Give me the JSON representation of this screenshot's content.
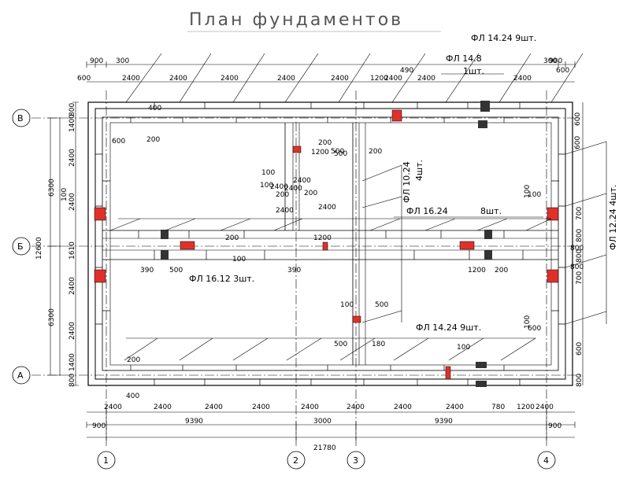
{
  "title": "План фундаментов",
  "axes": {
    "horizontal": [
      "В",
      "Б",
      "А"
    ],
    "vertical": [
      "1",
      "2",
      "3",
      "4"
    ]
  },
  "callouts": {
    "fl_14_24_top": "ФЛ 14.24  9шт.",
    "fl_14_8": "ФЛ 14.8",
    "fl_14_8_qty": "1шт.",
    "fl_10_24": "ФЛ 10.24",
    "fl_10_24_qty": "4шт.",
    "fl_16_24": "ФЛ 16.24",
    "fl_16_24_qty": "8шт.",
    "fl_16_12": "ФЛ  16.12  3шт.",
    "fl_14_24_bottom": "ФЛ  14.24  9шт.",
    "fl_12_24": "ФЛ 12.24  4шт."
  },
  "dims": {
    "top_row1": [
      "900",
      "300",
      "300",
      "900"
    ],
    "top_row2": [
      "600",
      "2400",
      "2400",
      "2400",
      "2400",
      "2400",
      "2400",
      "1200",
      "490",
      "2400",
      "2400",
      "600"
    ],
    "bottom_row1": [
      "2400",
      "2400",
      "2400",
      "2400",
      "2400",
      "2400",
      "2400",
      "2400",
      "780",
      "1200",
      "2400"
    ],
    "bottom_row2": [
      "900",
      "9390",
      "3000",
      "9390",
      "900"
    ],
    "bottom_total": "21780",
    "left_outer": [
      "12600"
    ],
    "left_mid": [
      "6300",
      "6300"
    ],
    "left_inner": [
      "800",
      "1400",
      "2400",
      "2400",
      "100",
      "1610",
      "2400",
      "2400",
      "1400",
      "800"
    ],
    "right_side": [
      "600",
      "600",
      "100",
      "700",
      "800",
      "800",
      "700",
      "100",
      "600",
      "800"
    ],
    "interior": [
      "400",
      "200",
      "600",
      "100",
      "2400",
      "200",
      "2400",
      "1200",
      "200",
      "500",
      "500",
      "200",
      "2400",
      "100",
      "200",
      "2400",
      "200",
      "1200",
      "390",
      "500",
      "390",
      "1200",
      "200",
      "100",
      "100",
      "500",
      "500",
      "180",
      "100",
      "600",
      "100",
      "400",
      "200",
      "2400",
      "800",
      "800"
    ]
  }
}
